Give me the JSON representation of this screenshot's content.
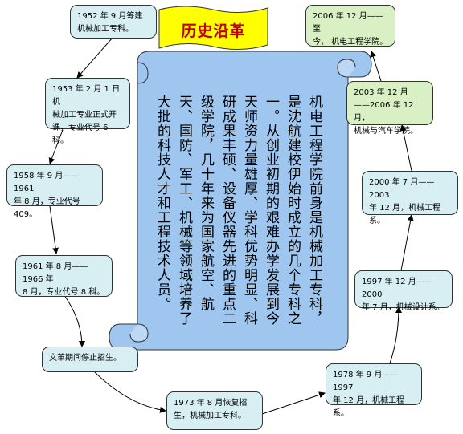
{
  "title": "历史沿革",
  "description": "机电工程学院前身是机械加工专科，是沈航建校伊始时成立的几个专科之一。从创业初期的艰难办学发展到今天师资力量雄厚、学科优势明显、科研成果丰硕、设备仪器先进的重点二级学院，几十年来为国家航空、航天、国防、军工、机械等领域培养了大批的科技人才和工程技术人员。",
  "nodes": [
    {
      "id": "n1952",
      "text": "1952 年 9 月筹建\n机械加工专科。"
    },
    {
      "id": "n1953",
      "text": "1953 年 2 月 1 日机\n械加工专业正式开\n课，专业代号 6 科。"
    },
    {
      "id": "n1958",
      "text": "1958 年 9 月——1961\n年 8 月，专业代号 409。"
    },
    {
      "id": "n1961",
      "text": "1961 年 8 月——1966 年\n8 月，专业代号 8 科。"
    },
    {
      "id": "nwenge",
      "text": "文革期间停止招生。"
    },
    {
      "id": "n1973",
      "text": "1973 年 8 月恢复招\n生，机械加工专科。"
    },
    {
      "id": "n1978",
      "text": "1978 年 9 月——1997\n年 12 月，机械工程系。"
    },
    {
      "id": "n1997",
      "text": "1997 年 12 月——2000\n年 7 月，机械设计系。"
    },
    {
      "id": "n2000",
      "text": "2000 年 7 月——2003\n年 12 月，机械工程系。"
    },
    {
      "id": "n2003",
      "text": "2003 年 12 月\n——2006 年 12 月，\n机械与汽车学院。"
    },
    {
      "id": "n2006",
      "text": "2006 年 12 月——至\n今， 机电工程学院。"
    }
  ],
  "colors": {
    "node_blue": "#d7eef3",
    "node_green": "#d9f0c4",
    "banner": "#ffff00",
    "scroll": "#9ec6ee",
    "title": "#c00000"
  }
}
